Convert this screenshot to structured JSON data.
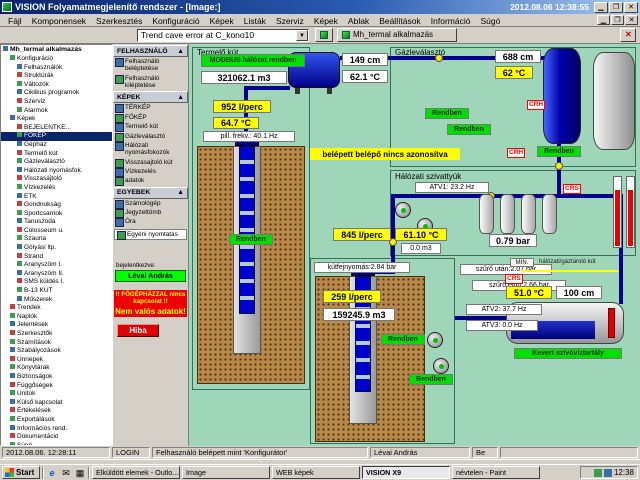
{
  "titlebar": {
    "title": "VISION Folyamatmegjelenítő rendszer - [Image:]",
    "datetime": "2012.08.06 12:38:55"
  },
  "menubar": {
    "items": [
      "Fájl",
      "Komponensek",
      "Szerkesztés",
      "Konfiguráció",
      "Képek",
      "Listák",
      "Szerviz",
      "Képek",
      "Ablak",
      "Beállítások",
      "Információ",
      "Súgó"
    ]
  },
  "toolbar": {
    "trend_selector": "Trend cave error at C_kono10",
    "app_tab": "Mh_termal alkalmazás"
  },
  "tree": {
    "root": "Mh_termal alkalmazás",
    "items": [
      {
        "label": "Konfiguráció",
        "lvl": 1
      },
      {
        "label": "Felhasználók",
        "lvl": 2
      },
      {
        "label": "Struktúrák",
        "lvl": 2
      },
      {
        "label": "Változók",
        "lvl": 2
      },
      {
        "label": "Ciklikus programok",
        "lvl": 2
      },
      {
        "label": "Szerviz",
        "lvl": 2
      },
      {
        "label": "Alarmok",
        "lvl": 2
      },
      {
        "label": "Képek",
        "lvl": 1
      },
      {
        "label": "BEJELENTKE...",
        "lvl": 2
      },
      {
        "label": "FŐKÉP",
        "lvl": 2,
        "sel": true
      },
      {
        "label": "Gépház",
        "lvl": 2
      },
      {
        "label": "Termelő kút",
        "lvl": 2
      },
      {
        "label": "Gázleválasztó",
        "lvl": 2
      },
      {
        "label": "Hálózati nyomásfok.",
        "lvl": 2
      },
      {
        "label": "Visszasajtoló",
        "lvl": 2
      },
      {
        "label": "Vízkezelés",
        "lvl": 2
      },
      {
        "label": "ETK",
        "lvl": 2
      },
      {
        "label": "Gondnokság",
        "lvl": 2
      },
      {
        "label": "Sportcsarnok",
        "lvl": 2
      },
      {
        "label": "Tanuszoda",
        "lvl": 2
      },
      {
        "label": "Colosseum u.",
        "lvl": 2
      },
      {
        "label": "Szauna",
        "lvl": 2
      },
      {
        "label": "Gólyási ltp.",
        "lvl": 2
      },
      {
        "label": "Strand",
        "lvl": 2
      },
      {
        "label": "Aranyszöm I.",
        "lvl": 2
      },
      {
        "label": "Aranyszöm II.",
        "lvl": 2
      },
      {
        "label": "SMS küldés I.",
        "lvl": 2
      },
      {
        "label": "B-13 KÚT",
        "lvl": 2
      },
      {
        "label": "Műszerek",
        "lvl": 2
      },
      {
        "label": "Trendek",
        "lvl": 1
      },
      {
        "label": "Naplók",
        "lvl": 1
      },
      {
        "label": "Jelentések",
        "lvl": 1
      },
      {
        "label": "Szerkesztők",
        "lvl": 1
      },
      {
        "label": "Számítások",
        "lvl": 1
      },
      {
        "label": "Szabályozások",
        "lvl": 1
      },
      {
        "label": "Ünnepek",
        "lvl": 1
      },
      {
        "label": "Könyvtárak",
        "lvl": 1
      },
      {
        "label": "Biztonságok",
        "lvl": 1
      },
      {
        "label": "Függőségek",
        "lvl": 1
      },
      {
        "label": "Unitok",
        "lvl": 1
      },
      {
        "label": "Külső kapcsolat",
        "lvl": 1
      },
      {
        "label": "Értékelések",
        "lvl": 1
      },
      {
        "label": "Exportálások",
        "lvl": 1
      },
      {
        "label": "Információs rend.",
        "lvl": 1
      },
      {
        "label": "Dokumentáció",
        "lvl": 1
      },
      {
        "label": "Súgó",
        "lvl": 1
      }
    ]
  },
  "sidebar2": {
    "user_header": "FELHASZNÁLÓ",
    "user_items": [
      "Felhasználó beléptetése",
      "Felhasználó kiléptetése"
    ],
    "images_header": "KÉPEK",
    "image_items": [
      "TÉRKÉP",
      "FŐKÉP",
      "Termelő kút",
      "Gázleválasztó",
      "Hálózati nyomásfokozók",
      "Visszasajtoló kút",
      "Vízkezelés",
      "adatok"
    ],
    "misc_header": "EGYEBEK",
    "misc_items": [
      "Számológép",
      "Jegyzettömb",
      "Óra",
      "Egyéni nyomtatás"
    ],
    "logged_label": "bejelentkezve:",
    "logged_user": "Lévai András",
    "error1": "!! FŐGÉPHÁZZAL nincs kapcsolat !!",
    "error2": "Nem valós adatok!",
    "error_btn": "Hiba"
  },
  "scada": {
    "termelo": {
      "title": "Termelő kút",
      "modbus": "MODBUS hálózat rendben",
      "total": "321062.1 m3",
      "flow": "952 l/perc",
      "temp": "64.7 °C",
      "freq": "pill. frekv.: 40.1 Hz",
      "status": "Rendben"
    },
    "gephaz": {
      "level": "149 cm",
      "temp": "62.1 °C"
    },
    "gaz": {
      "title": "Gázleválasztó",
      "level": "688 cm",
      "temp": "62 °C",
      "status1": "Rendben",
      "status2": "Rendben",
      "status3": "Rendben",
      "tag1": "CRH",
      "tag2": "CRH"
    },
    "warning": "belépett belépő nincs azonosítva",
    "halozati": {
      "title": "Hálózati szivattyúk",
      "atv1": "ATV1: 23.2 Hz",
      "flow": "845 l/perc",
      "temp": "61.10 °C",
      "volume": "0.0 m3",
      "pressure": "0.79 bar",
      "tag": "CRS"
    },
    "vissza": {
      "head": "kútfejnyomás:2.84 bar",
      "flow": "259 l/perc",
      "total": "159245.9 m3",
      "status1": "Rendben",
      "status2": "Rendben",
      "filter_after": "szűrő után:2.07 bar",
      "filter_before": "szűrő előtt:2.66 bar",
      "atv2": "ATV2: 37.7 Hz",
      "atv3": "ATV3: 0.0 Hz"
    },
    "buffer": {
      "min": "MIN.",
      "net": "hálózati/gáztároló kút",
      "temp": "51.0 °C",
      "level": "100 cm",
      "name": "Kevert szívóvíztartály",
      "tag": "CRS"
    }
  },
  "statusbar": {
    "datetime": "2012.08.06. 12:28:11",
    "event": "LOGIN",
    "message": "Felhasználó belépett mint 'Konfigurátor'",
    "user": "Lévai András",
    "state": "Be"
  },
  "taskbar": {
    "start": "Start",
    "windows": [
      {
        "label": "Elküldött elemek - Outlo..."
      },
      {
        "label": "Image"
      },
      {
        "label": "WEB képek"
      },
      {
        "label": "VISION X9",
        "sel": true
      },
      {
        "label": "névtelen - Paint"
      }
    ],
    "tray_time": "12:38"
  }
}
